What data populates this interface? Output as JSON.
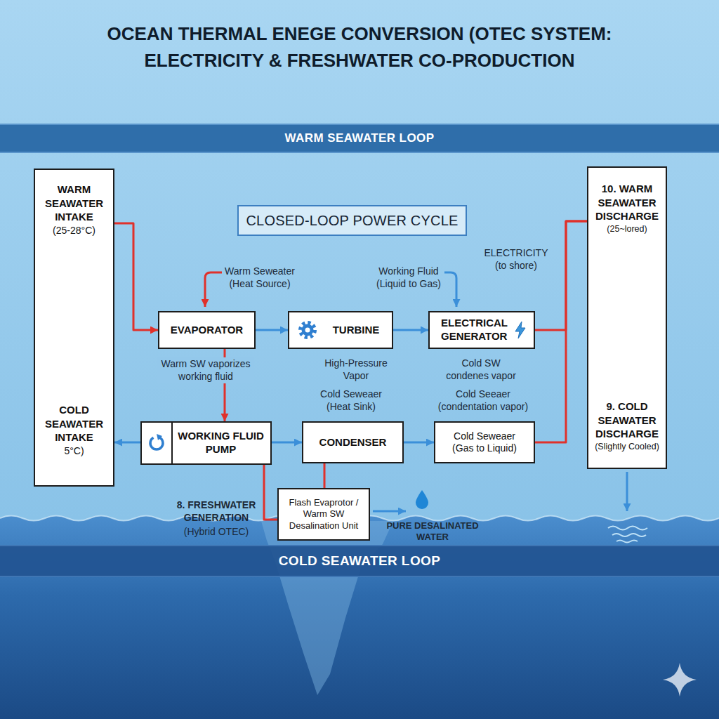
{
  "diagram": {
    "title": "OCEAN THERMAL ENEGE CONVERSION (OTEC SYSTEM: ELECTRICITY & FRESHWATER CO-PRODUCTION",
    "nodes": [
      {
        "text": [
          "WARM SEAWATER LOOP"
        ]
      },
      {
        "text": [
          "WARM SEAWATER INTAKE",
          "(25-28°C)",
          "COLD SEAWATER INTAKE",
          "5°C)"
        ]
      },
      {
        "text": [
          "CLOSED-LOOP POWER CYCLE"
        ]
      },
      {
        "text": [
          "10. WARM SEAWATER DISCHARGE",
          "(25~lored)",
          "9. COLD SEAWATER DISCHARGE",
          "(Slightly Cooled)"
        ]
      },
      {
        "text": [
          "EVAPORATOR"
        ]
      },
      {
        "text": [
          "TURBINE"
        ]
      },
      {
        "text": [
          "ELECTRICAL GENERATOR"
        ]
      },
      {
        "text": [
          "WORKING FLUID PUMP"
        ]
      },
      {
        "text": [
          "CONDENSER"
        ]
      },
      {
        "text": [
          "Cold Seweaer (Gas to Liquid)"
        ]
      },
      {
        "text": [
          "Flash Evaprotor / Warm SW Desalination Unit"
        ]
      },
      {
        "text": [
          "COLD SEAWATER LOOP"
        ]
      }
    ],
    "edges": [
      {
        "from": 1,
        "to": 4,
        "arrow": "to"
      },
      {
        "from": 4,
        "to": 5,
        "arrow": "to"
      },
      {
        "from": 5,
        "to": 6,
        "arrow": "to"
      },
      {
        "from": 6,
        "to": 3,
        "arrow": "none"
      },
      {
        "from": 4,
        "to": 7,
        "arrow": "to"
      },
      {
        "from": 7,
        "to": 1,
        "arrow": "to"
      },
      {
        "from": 7,
        "to": 8,
        "arrow": "to"
      },
      {
        "from": 8,
        "to": 9,
        "arrow": "to"
      },
      {
        "from": 9,
        "to": 3,
        "arrow": "none"
      },
      {
        "from": 7,
        "to": 10,
        "arrow": "none"
      },
      {
        "from": 8,
        "to": 10,
        "arrow": "none"
      }
    ],
    "labels": [
      "Warm Seweater (Heat Source)",
      "ELECTRICITY (to shore)",
      "Working Fluid (Liquid to Gas)",
      "Warm SW vaporizes working fluid",
      "High-Pressure Vapor",
      "Cold SW condenes vapor",
      "Cold Seweaer (Heat Sink)",
      "Cold Seeaer (condentation vapor)",
      "8. FRESHWATER GENERATION",
      "(Hybrid OTEC)",
      "PURE DESALINATED WATER"
    ]
  }
}
